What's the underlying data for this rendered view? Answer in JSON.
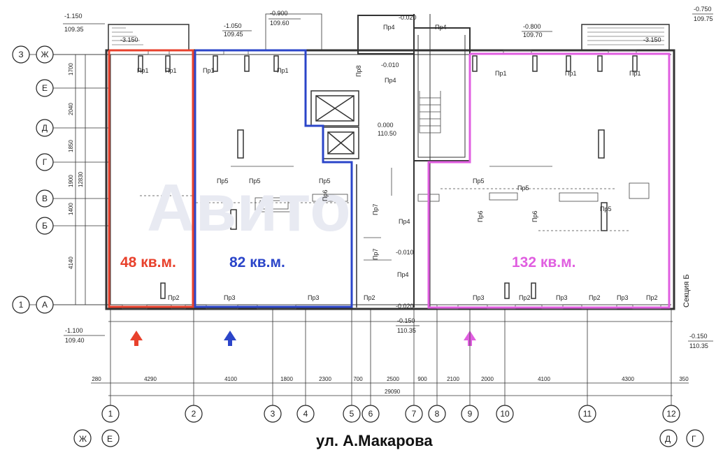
{
  "street": "ул. А.Макарова",
  "section_label": "Секция Б",
  "rooms": [
    {
      "area": "48 кв.м.",
      "color": "#e8412c"
    },
    {
      "area": "82 кв.м.",
      "color": "#2b45c9"
    },
    {
      "area": "132 кв.м.",
      "color": "#e05ee0"
    }
  ],
  "axes_vertical": [
    "1",
    "2",
    "3",
    "4",
    "5",
    "6",
    "7",
    "8",
    "9",
    "10",
    "11",
    "12"
  ],
  "axes_horizontal": [
    "З",
    "Ж",
    "Е",
    "Д",
    "Г",
    "В",
    "Б",
    "1",
    "А"
  ],
  "corner_axes": {
    "bottom_left": [
      "Ж",
      "Е"
    ],
    "bottom_right": [
      "Д",
      "Г"
    ]
  },
  "bottom_dims": [
    "280",
    "4290",
    "4100",
    "1800",
    "2300",
    "700",
    "2500",
    "900",
    "2100",
    "2000",
    "4100",
    "4300",
    "350"
  ],
  "total_dim": "29090",
  "left_dims": [
    "1700",
    "2040",
    "1850",
    "1900",
    "1400",
    "4140",
    "12830"
  ],
  "level_marks": [
    {
      "top": "-1.150",
      "bottom": "109.35"
    },
    {
      "top": "-1.050",
      "bottom": "109.45"
    },
    {
      "top": "-0.900",
      "bottom": "109.60"
    },
    {
      "top": "-0.020",
      "bottom": ""
    },
    {
      "top": "-0.800",
      "bottom": "109.70"
    },
    {
      "top": "-0.750",
      "bottom": "109.75"
    },
    {
      "top": "0.000",
      "bottom": "110.50"
    },
    {
      "top": "-1.100",
      "bottom": "109.40"
    },
    {
      "top": "-0.150",
      "bottom": "110.35"
    },
    {
      "top": "-0.150",
      "bottom": "110.35"
    }
  ],
  "small_marks": [
    "-3.150",
    "-3.150",
    "-0.010",
    "-0.010",
    "-0.020"
  ],
  "openings": [
    "Пр1",
    "Пр1",
    "Пр1",
    "Пр1",
    "Пр1",
    "Пр1",
    "Пр1",
    "Пр2",
    "Пр2",
    "Пр2",
    "Пр2",
    "Пр2",
    "Пр3",
    "Пр3",
    "Пр3",
    "Пр3",
    "Пр3",
    "Пр4",
    "Пр4",
    "Пр4",
    "Пр4",
    "Пр4",
    "Пр5",
    "Пр5",
    "Пр5",
    "Пр5",
    "Пр5",
    "Пр5",
    "Пр6",
    "Пр6",
    "Пр6",
    "Пр7",
    "Пр7",
    "Пр8"
  ]
}
